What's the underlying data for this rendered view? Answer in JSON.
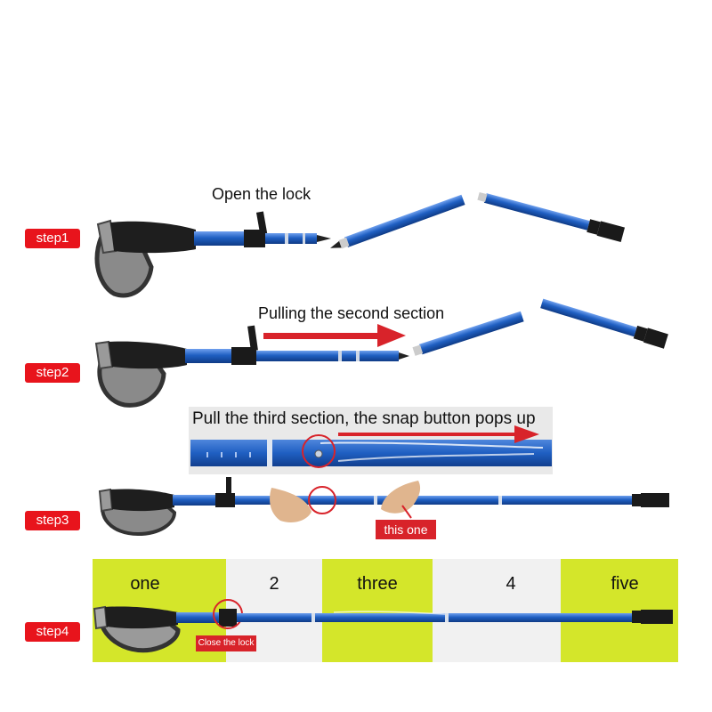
{
  "steps": [
    {
      "badge": "step1",
      "caption": "Open the lock"
    },
    {
      "badge": "step2",
      "caption": "Pulling the second section"
    },
    {
      "badge": "step3",
      "caption": "Pull the third section, the snap button pops up",
      "callout": "this one"
    },
    {
      "badge": "step4",
      "callout": "Close the lock"
    }
  ],
  "length_bands": [
    {
      "label": "one",
      "color": "#d4e62a"
    },
    {
      "label": "2",
      "color": "#f1f1f1"
    },
    {
      "label": "three",
      "color": "#d4e62a"
    },
    {
      "label": "4",
      "color": "#f1f1f1"
    },
    {
      "label": "five",
      "color": "#d4e62a"
    }
  ],
  "colors": {
    "pole_blue": "#1f5fc2",
    "badge_red": "#e8141c",
    "arrow_red": "#d8232a",
    "grip": "#1e1e1e",
    "strap": "#8a8a8a"
  },
  "icons": [
    "trekking-pole",
    "hand-pointer-icon",
    "arrow-right-icon",
    "snap-button-circle-icon"
  ]
}
